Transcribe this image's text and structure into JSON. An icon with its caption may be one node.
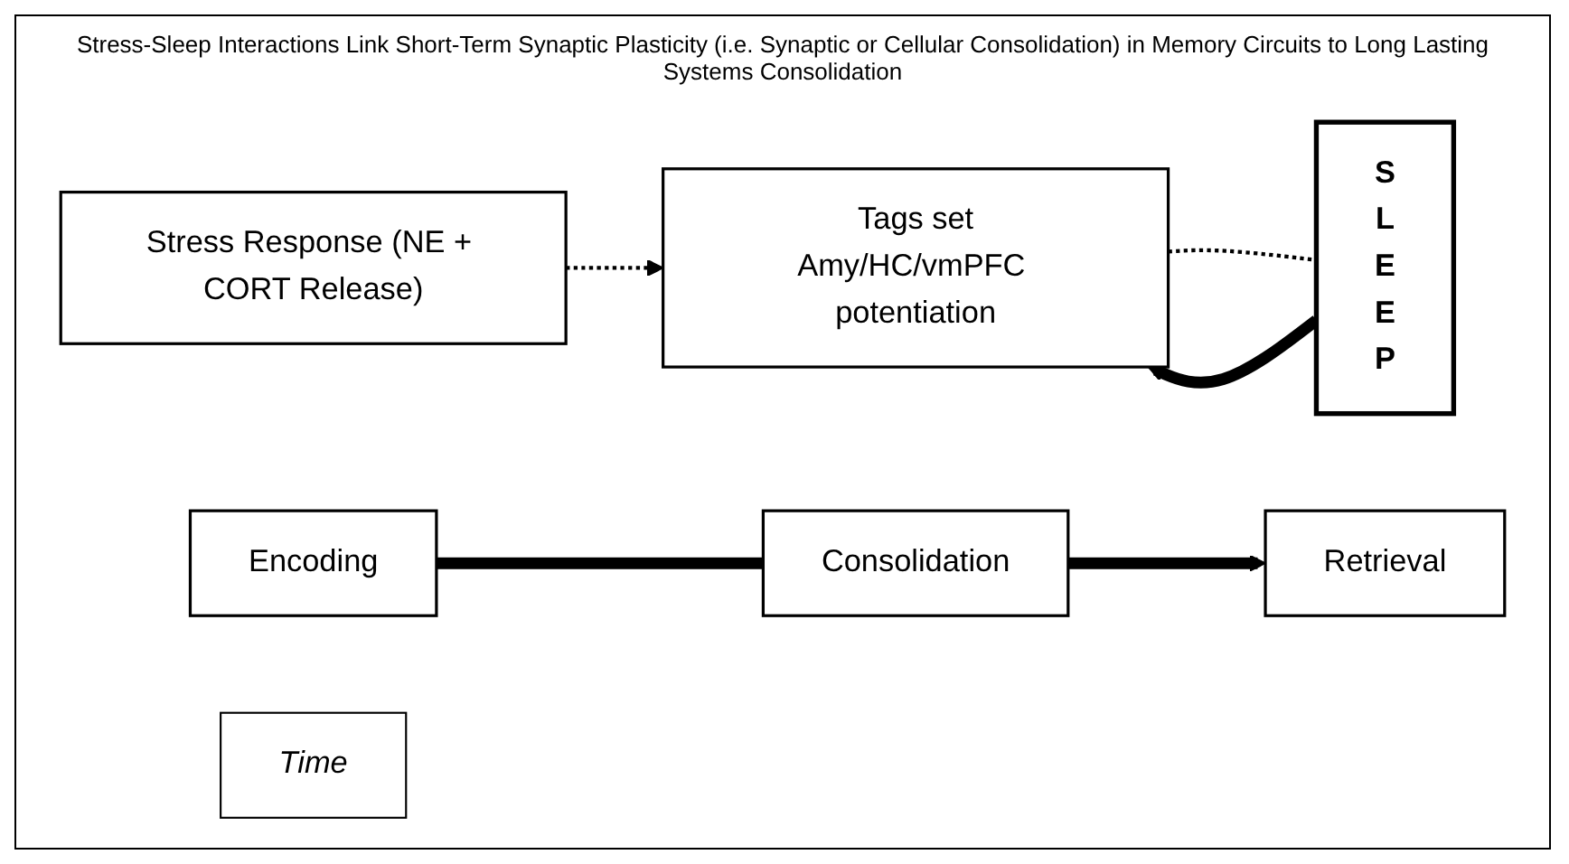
{
  "diagram": {
    "title": "Stress-Sleep Interactions Link Short-Term Synaptic Plasticity (i.e. Synaptic or Cellular Consolidation) in Memory Circuits to Long Lasting Systems Consolidation",
    "nodes": [
      {
        "text": [
          "Stress Response (NE + CORT Release)"
        ]
      },
      {
        "text": [
          "Tags set",
          "Amy/HC/vmPFC potentiation"
        ]
      },
      {
        "text": [
          "S L E E P"
        ]
      },
      {
        "text": [
          "Encoding"
        ]
      },
      {
        "text": [
          "Consolidation"
        ]
      },
      {
        "text": [
          "Retrieval"
        ]
      },
      {
        "text": [
          "Time"
        ]
      }
    ],
    "edges": [
      {
        "from": 0,
        "to": 1,
        "arrow": "to",
        "style": "dashed"
      },
      {
        "from": 1,
        "to": 2,
        "arrow": "none",
        "style": "dashed"
      },
      {
        "from": 2,
        "to": 1,
        "arrow": "to"
      },
      {
        "from": 3,
        "to": 4,
        "arrow": "none"
      },
      {
        "from": 4,
        "to": 5,
        "arrow": "to"
      }
    ]
  }
}
